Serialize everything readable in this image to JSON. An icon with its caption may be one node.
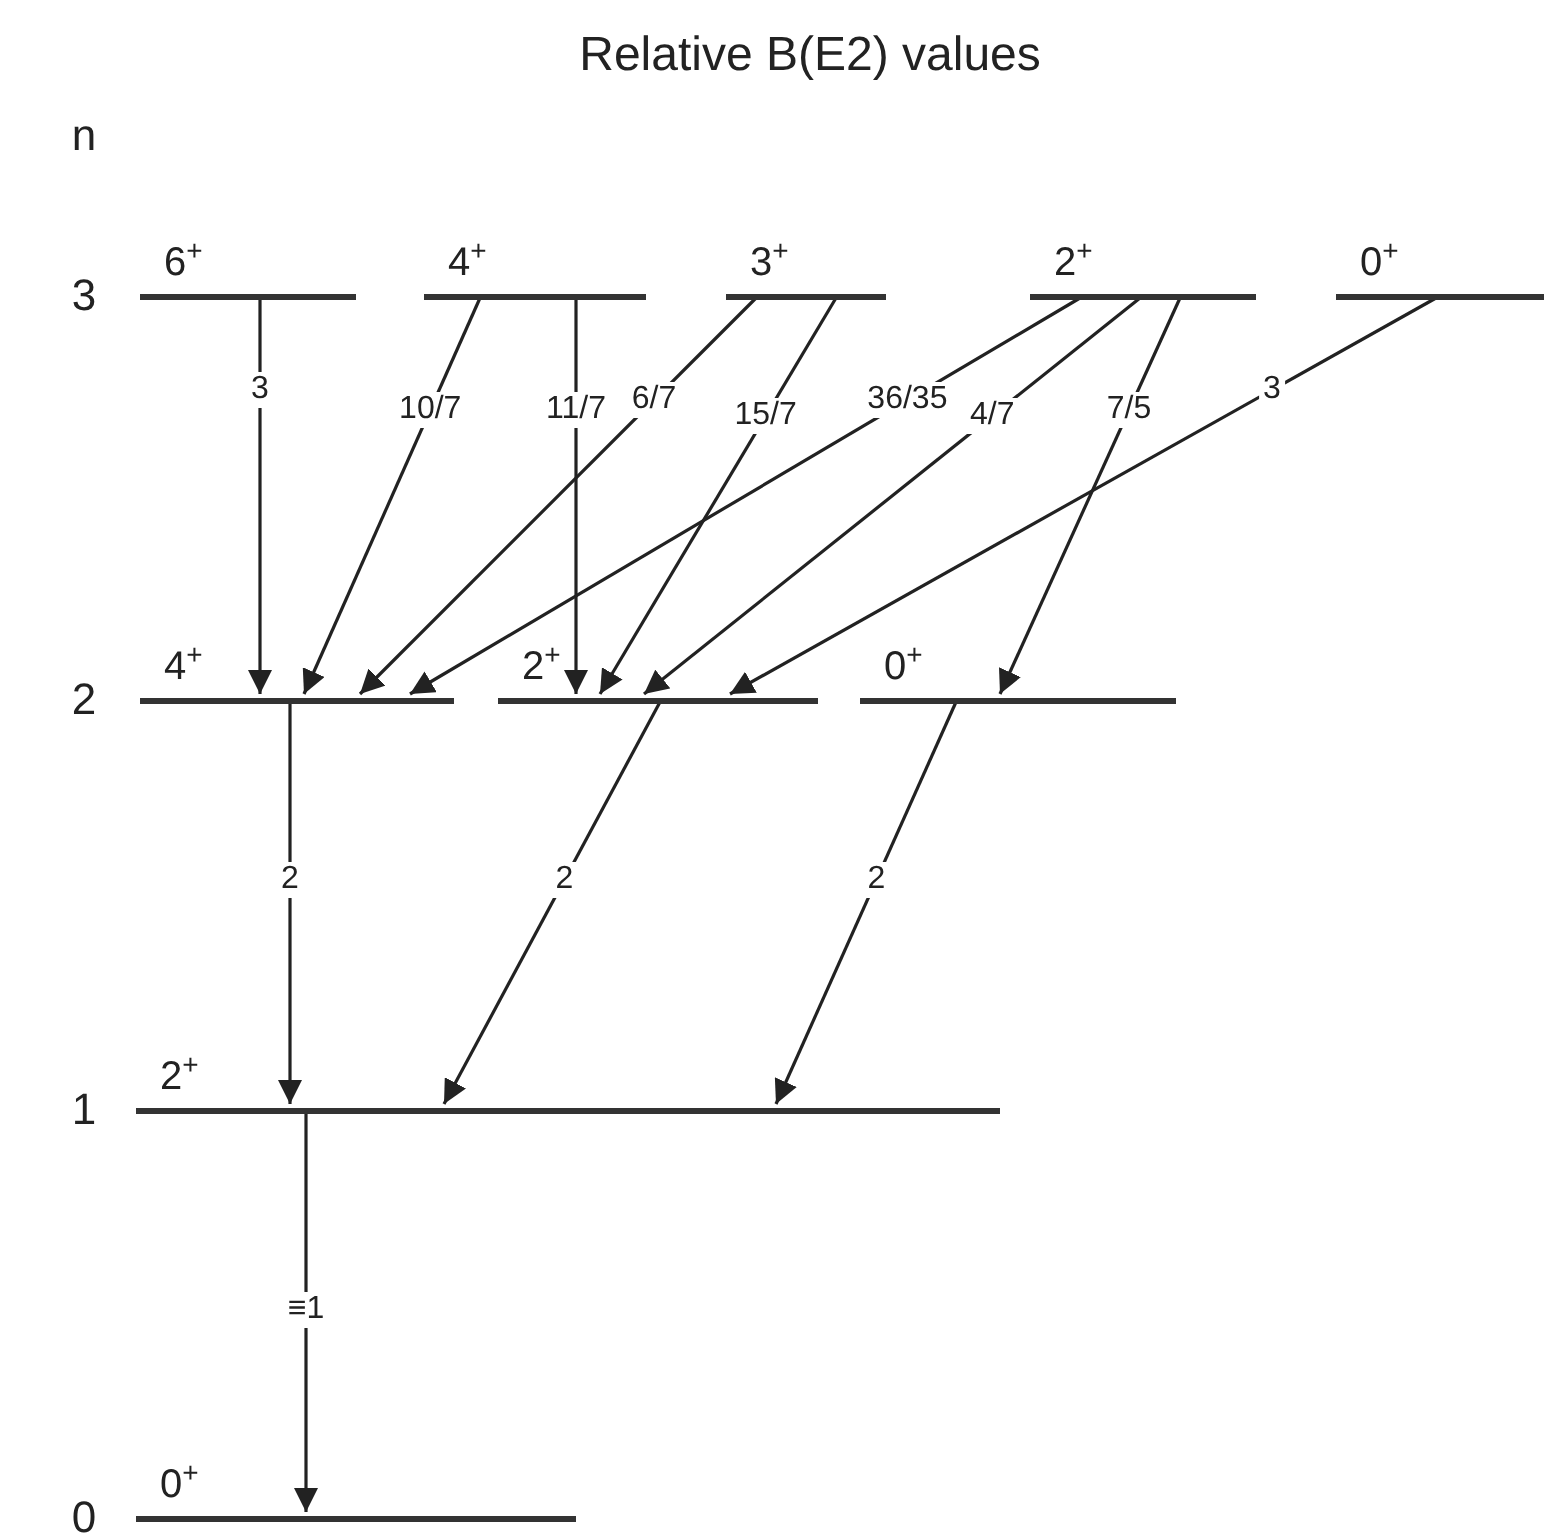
{
  "diagram": {
    "title": "Relative B(E2) values",
    "nodes": [
      {
        "text": [
          "6$^{+}$"
        ]
      },
      {
        "text": [
          "4$^{+}$"
        ]
      },
      {
        "text": [
          "3$^{+}$"
        ]
      },
      {
        "text": [
          "2$^{+}$"
        ]
      },
      {
        "text": [
          "0$^{+}$"
        ]
      },
      {
        "text": [
          "4$^{+}$"
        ]
      },
      {
        "text": [
          "2$^{+}$"
        ]
      },
      {
        "text": [
          "0$^{+}$"
        ]
      },
      {
        "text": [
          "2$^{+}$"
        ]
      },
      {
        "text": [
          "0$^{+}$"
        ]
      }
    ],
    "edges": [
      {
        "from": 0,
        "to": 5,
        "arrow": "to",
        "label": "3"
      },
      {
        "from": 1,
        "to": 5,
        "arrow": "to",
        "label": "10/7"
      },
      {
        "from": 1,
        "to": 6,
        "arrow": "to",
        "label": "11/7"
      },
      {
        "from": 2,
        "to": 5,
        "arrow": "to",
        "label": "6/7"
      },
      {
        "from": 2,
        "to": 6,
        "arrow": "to",
        "label": "15/7"
      },
      {
        "from": 3,
        "to": 5,
        "arrow": "to",
        "label": "36/35"
      },
      {
        "from": 3,
        "to": 6,
        "arrow": "to",
        "label": "4/7"
      },
      {
        "from": 3,
        "to": 7,
        "arrow": "to",
        "label": "7/5"
      },
      {
        "from": 4,
        "to": 6,
        "arrow": "to",
        "label": "3"
      },
      {
        "from": 5,
        "to": 8,
        "arrow": "to",
        "label": "2"
      },
      {
        "from": 6,
        "to": 8,
        "arrow": "to",
        "label": "2"
      },
      {
        "from": 7,
        "to": 8,
        "arrow": "to",
        "label": "2"
      },
      {
        "from": 8,
        "to": 9,
        "arrow": "to",
        "label": "≡1"
      }
    ],
    "labels": [
      "n",
      "3",
      "2",
      "1",
      "0"
    ]
  }
}
